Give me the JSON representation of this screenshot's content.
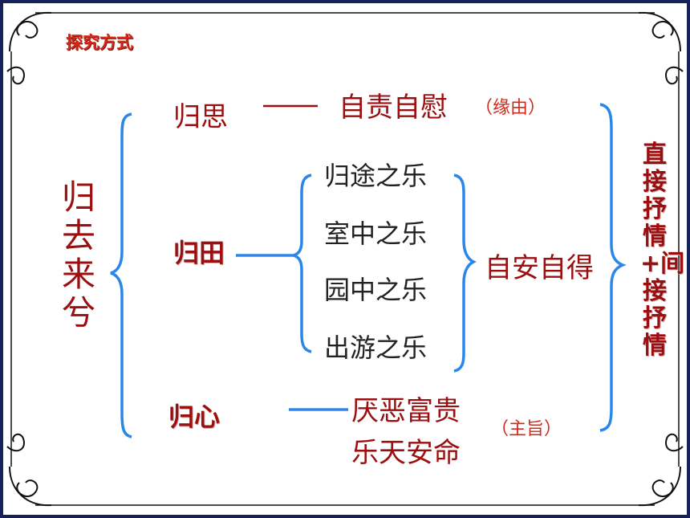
{
  "slide": {
    "background": "#16215c",
    "accent_red": "#9b0f10",
    "brace_color": "#2a86e8"
  },
  "title_tag": "探究方式",
  "main_title": "归去来兮",
  "branches": {
    "gui_si": {
      "label": "归思",
      "dash": "——",
      "result": "自责自慰",
      "note": "（缘由）"
    },
    "gui_tian": {
      "label": "归田",
      "items": [
        "归途之乐",
        "室中之乐",
        "园中之乐",
        "出游之乐"
      ],
      "result": "自安自得"
    },
    "gui_xin": {
      "label": "归心",
      "dash": "——",
      "result_lines": [
        "厌恶富贵",
        "乐天安命"
      ],
      "note": "（主旨）"
    }
  },
  "side_label": "直接抒情+间接抒情",
  "icons": [
    "corner-scroll-ornament"
  ]
}
